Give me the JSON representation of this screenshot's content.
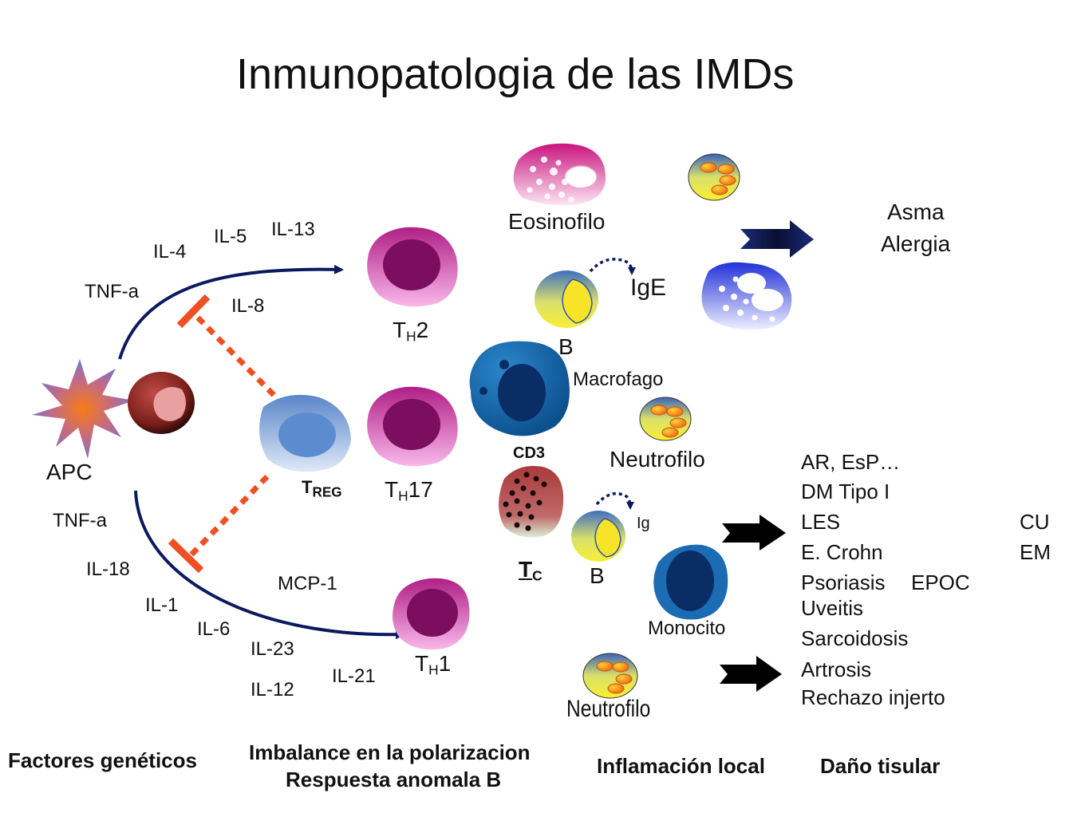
{
  "title": "Inmunopatologia de las IMDs",
  "cytokines_top": [
    "IL-4",
    "IL-5",
    "IL-13",
    "TNF-a",
    "IL-8"
  ],
  "cytokines_bottom": [
    "TNF-a",
    "IL-18",
    "IL-1",
    "IL-6",
    "IL-23",
    "IL-12",
    "IL-21",
    "MCP-1"
  ],
  "cells": {
    "apc": "APC",
    "th2": {
      "main": "T",
      "sub": "H",
      "tail": "2"
    },
    "th17": {
      "main": "T",
      "sub": "H",
      "tail": "17"
    },
    "th1": {
      "main": "T",
      "sub": "H",
      "tail": "1"
    },
    "treg": {
      "main": "T",
      "sub": "REG"
    },
    "tc": {
      "main": "T",
      "sub": "C"
    },
    "eosinofilo": "Eosinofilo",
    "b_top": "B",
    "ige": "IgE",
    "macrofago": "Macrofago",
    "neutrofilo_mid": "Neutrofilo",
    "cd3": "CD3",
    "ig": "Ig",
    "b_bottom": "B",
    "monocito": "Monocito",
    "neutrofilo_bottom": "Neutrofilo"
  },
  "outcomes": {
    "asma": "Asma",
    "alergia": "Alergia",
    "diseases_left": [
      "AR, EsP…",
      "DM Tipo I",
      "LES",
      "E. Crohn",
      "Psoriasis",
      "Uveitis",
      "Sarcoidosis",
      "Artrosis",
      "Rechazo injerto"
    ],
    "epoc": "EPOC",
    "cu": "CU",
    "em": "EM"
  },
  "footer": {
    "col1": "Factores genéticos",
    "col2_line1": "Imbalance en la polarizacion",
    "col2_line2": "Respuesta anomala B",
    "col3": "Inflamación local",
    "col4": "Daño tisular"
  },
  "colors": {
    "arrow_navy": "#0b1a5e",
    "inhibition_red": "#f04e23",
    "th_magenta": "#c2268f",
    "treg_blue": "#7fa6d8",
    "macro_blue": "#0e5d9e",
    "apc_orange": "#f47c20"
  }
}
